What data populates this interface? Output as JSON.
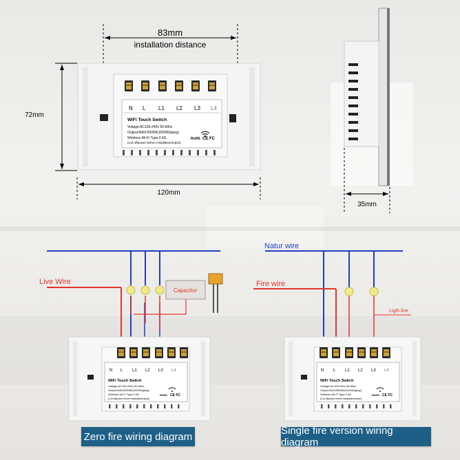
{
  "dimensions": {
    "install_distance_value": "83mm",
    "install_distance_label": "installation distance",
    "height": "72mm",
    "width": "120mm",
    "depth": "35mm"
  },
  "switch_label": {
    "terminals": [
      "N",
      "L",
      "L1",
      "L2",
      "L3",
      "L4"
    ],
    "title": "WiFi Touch Switch",
    "voltage": "Voltage:AC100-240v 50-60hz",
    "output": "Output:MAX2500W(1000W/gang)",
    "wireless": "Wireless Wi-Fi Type:2.4G",
    "note": "(Cut offpower before installation/repair)",
    "rohs": "RoHS",
    "marks": "CE FC"
  },
  "wiring": {
    "live_wire": "Live Wire",
    "capacitor": "Capacitor",
    "natur_wire": "Natur wire",
    "fire_wire": "Fire wire",
    "light_line": "Ligth line"
  },
  "captions": {
    "zero_fire": "Zero fire wiring diagram",
    "single_fire": "Single fire version wiring diagram"
  },
  "colors": {
    "blue_wire": "#1f3fbf",
    "red_wire": "#e0352b",
    "bulb": "#f3e98a",
    "banner": "#1d5f86"
  }
}
